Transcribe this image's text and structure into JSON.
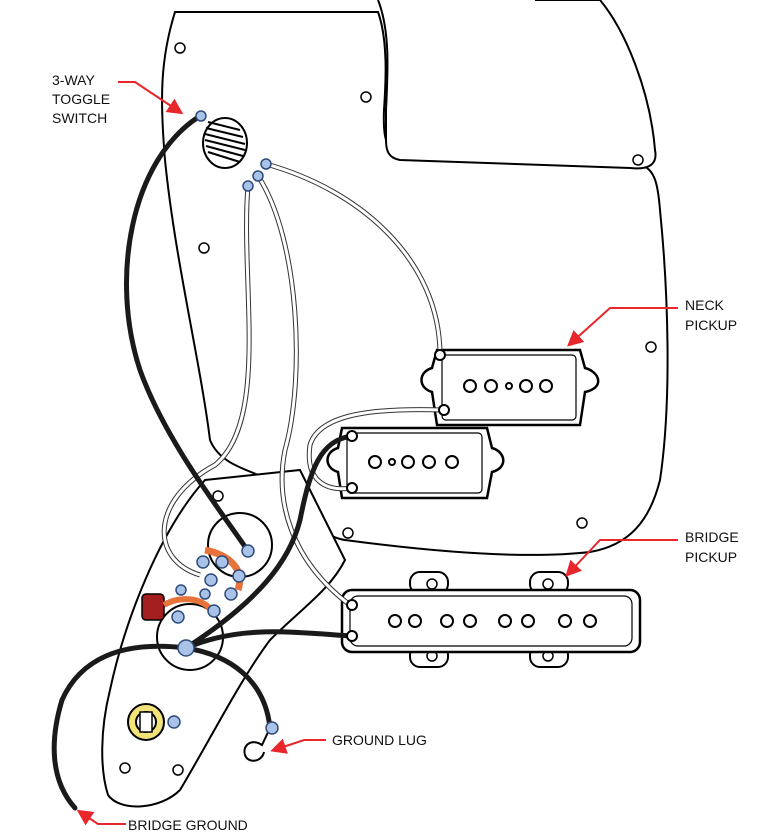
{
  "labels": {
    "toggle": [
      "3-WAY",
      "TOGGLE",
      "SWITCH"
    ],
    "neck": [
      "NECK",
      "PICKUP"
    ],
    "bridge": [
      "BRIDGE",
      "PICKUP"
    ],
    "ground_lug": "GROUND LUG",
    "bridge_ground": "BRIDGE GROUND"
  },
  "colors": {
    "arrow": "#e8262b",
    "wire_black": "#1a1a1a",
    "solder_point": "#a9c3e8",
    "cap_orange": "#e8733a",
    "cap_red": "#a31e1e",
    "jack_yellow": "#f2e27a"
  }
}
